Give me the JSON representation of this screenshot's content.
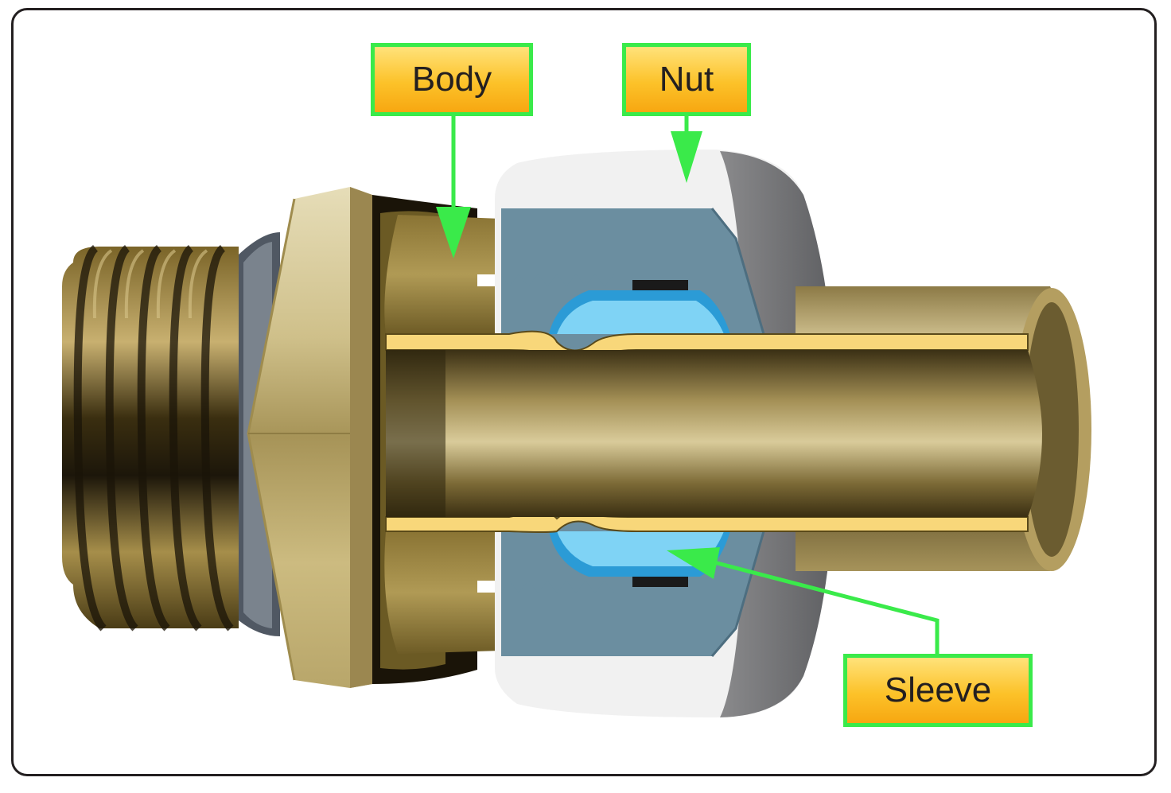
{
  "labels": {
    "body": "Body",
    "nut": "Nut",
    "sleeve": "Sleeve"
  },
  "colors": {
    "callout_border": "#3aea4a",
    "callout_fill": "#fcc229",
    "brass": "#a08a3e",
    "nut_cut": "#6b8ea0",
    "sleeve": "#7fd3f5",
    "frame": "#231f20"
  }
}
